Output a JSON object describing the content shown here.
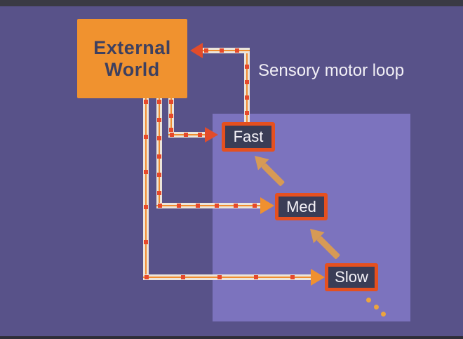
{
  "diagram": {
    "external_world": {
      "line1": "External",
      "line2": "World"
    },
    "loop_label": "Sensory motor loop",
    "levels": [
      {
        "label": "Fast"
      },
      {
        "label": "Med"
      },
      {
        "label": "Slow"
      }
    ],
    "colors": {
      "background": "#585289",
      "panel": "#7c73be",
      "external_box": "#f0922f",
      "box_fill": "#3a3d56",
      "box_border": "#e5501f",
      "cable_cream": "#ece5da",
      "cable_core": "#f08d2f",
      "cable_bead": "#e6492c",
      "arrow_red": "#e24c2b",
      "arrow_orange": "#ef9030",
      "arrow_tan": "#d79a55",
      "dots": "#eba43f",
      "text_dark": "#3d4060",
      "text_light": "#f5f3f8"
    }
  }
}
